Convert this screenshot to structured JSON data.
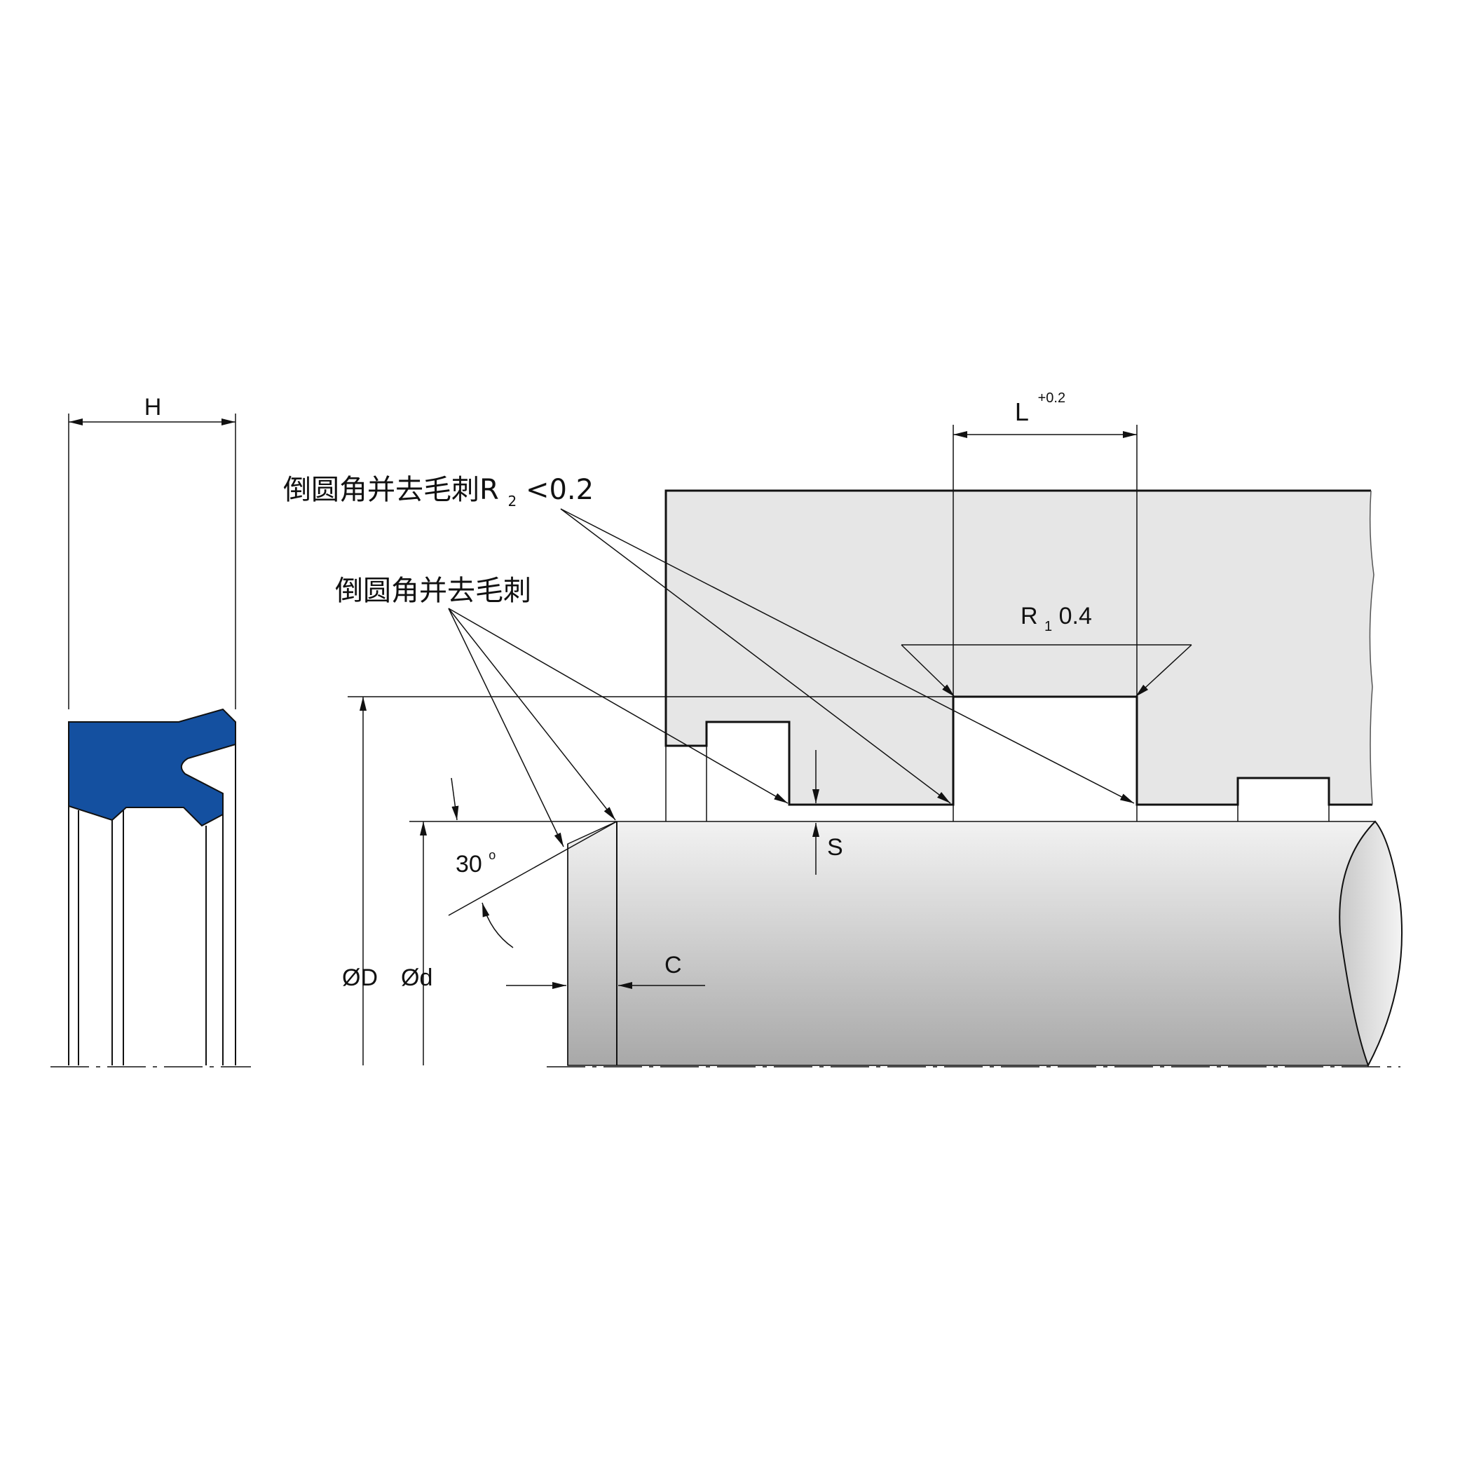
{
  "labels": {
    "height": "H",
    "length_main": "L",
    "length_tolerance": "+0.2",
    "note_chamfer_r2_text": "倒圆角并去毛刺R",
    "note_chamfer_r2_sub": "2",
    "note_chamfer_r2_value": "<0.2",
    "note_chamfer": "倒圆角并去毛刺",
    "radius_r1_main": "R",
    "radius_r1_sub": "1",
    "radius_r1_value": "0.4",
    "gap_s": "S",
    "angle": "30",
    "angle_unit": "o",
    "outer_diameter": "ØD",
    "inner_diameter": "Ød",
    "chamfer_c": "C"
  },
  "colors": {
    "seal": "#1450a0",
    "housing": "#e6e6e6",
    "line": "#111111"
  }
}
